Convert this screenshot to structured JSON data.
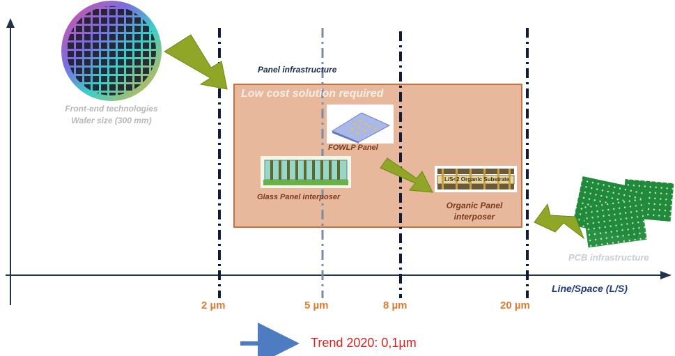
{
  "labels": {
    "front_end": "Front-end technologies\nWafer size (300 mm)",
    "panel_infra": "Panel infrastructure",
    "low_cost": "Low cost solution required",
    "fowlp": "FOWLP Panel",
    "glass": "Glass Panel interposer",
    "organic": "Organic Panel\ninterposer",
    "pcb": "PCB infrastructure",
    "axis_x": "Line/Space (L/S)",
    "organic_img_text": "L/S<2 Organic Substrate"
  },
  "ticks": [
    "2 µm",
    "5 µm",
    "8 µm",
    "20 µm"
  ],
  "trend": "Trend 2020: 0,1µm",
  "colors": {
    "box_fill": "#e8b89c",
    "box_border": "#c0723f",
    "tick_text": "#e07a2f",
    "arrow_green": "#8fa626",
    "trend_text": "#e02020",
    "axis_label": "#1f3b78"
  }
}
